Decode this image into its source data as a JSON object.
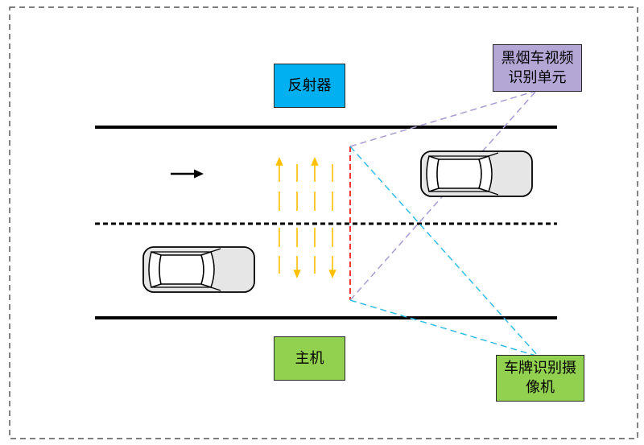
{
  "colors": {
    "reflector_fill": "#00b0f0",
    "host_fill": "#92d050",
    "video_unit_fill": "#b4a7d6",
    "plate_camera_fill": "#92d050",
    "lane_marker_yellow": "#ffc000",
    "detection_line_red": "#ff0000",
    "video_sight_line": "#a99bd1",
    "plate_sight_line": "#33bde6",
    "car_body": "#e6e6e6",
    "road_line": "#000000"
  },
  "labels": {
    "reflector": "反射器",
    "host": "主机",
    "video_unit": [
      "黑烟车视频",
      "识别单元"
    ],
    "plate_camera": [
      "车牌识别摄",
      "像机"
    ]
  },
  "icons": {
    "direction": "right-arrow-icon",
    "car": "car-top-view-icon"
  }
}
